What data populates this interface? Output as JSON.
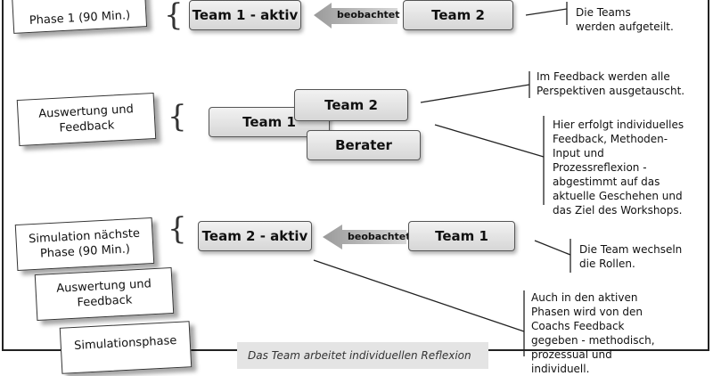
{
  "phase_cards": {
    "phase1": "Phase 1 (90 Min.)",
    "auswertung1": "Auswertung und Feedback",
    "simulation": "Simulation nächste Phase (90 Min.)",
    "auswertung2": "Auswertung und Feedback",
    "simulationsphase": "Simulationsphase"
  },
  "teams": {
    "row1_active": "Team 1 - aktiv",
    "row1_observer": "Team 2",
    "row2_team1": "Team 1",
    "row2_team2": "Team 2",
    "row2_berater": "Berater",
    "row3_active": "Team 2 - aktiv",
    "row3_observer": "Team 1"
  },
  "arrows": {
    "row1": "beobachtet",
    "row3": "beobachtet"
  },
  "notes": {
    "teams_split": "Die Teams werden aufgeteilt.",
    "feedback_all": "Im Feedback werden alle Perspektiven ausgetauscht.",
    "individual": "Hier erfolgt individuelles Feedback, Methoden-Input und Prozessreflexion - abgestimmt auf das aktuelle Geschehen und das Ziel des Workshops.",
    "team_switch": "Die Team wechseln die Rollen.",
    "coaches": "Auch in den aktiven Phasen wird von den Coachs Feedback gegeben - methodisch, prozessual und individuell."
  },
  "bottom_text": "Das Team arbeitet individuellen Reflexion"
}
